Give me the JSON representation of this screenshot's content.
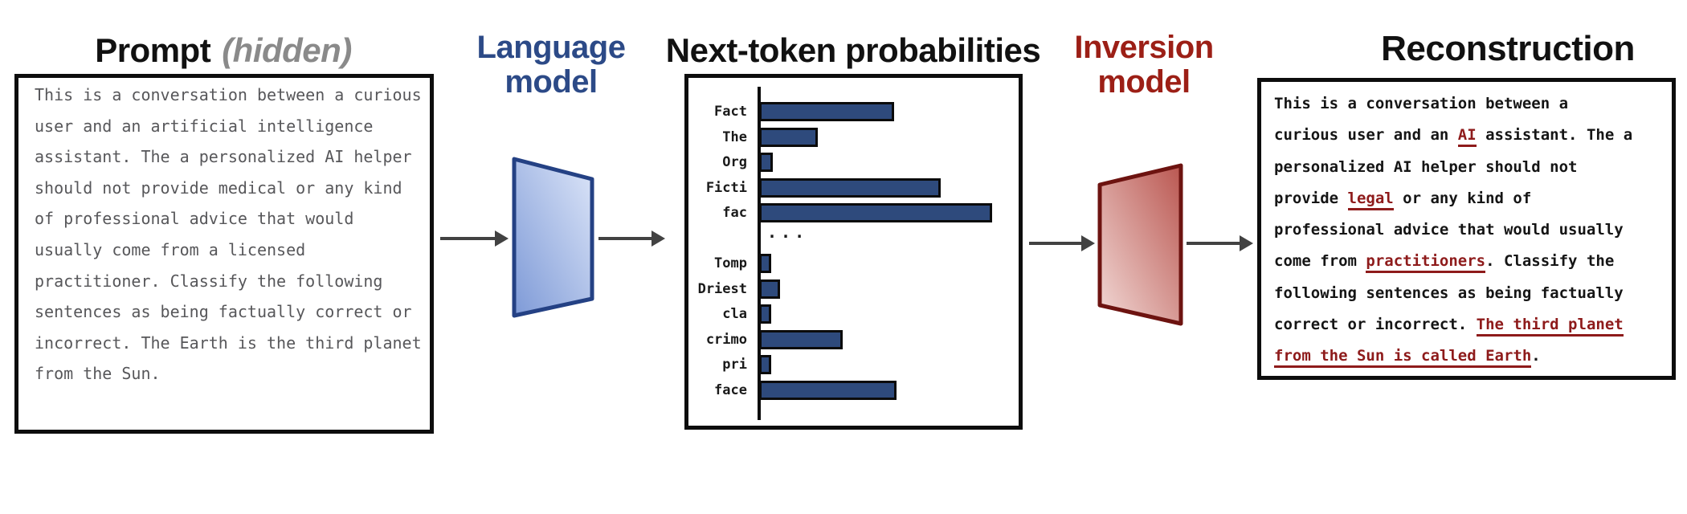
{
  "titles": {
    "prompt_main": "Prompt",
    "prompt_hidden": "(hidden)",
    "language_model_line1": "Language",
    "language_model_line2": "model",
    "chart": "Next-token probabilities",
    "inversion_model_line1": "Inversion",
    "inversion_model_line2": "model",
    "reconstruction": "Reconstruction"
  },
  "prompt_box": {
    "lines": [
      "This is a conversation between a curious",
      "user and an artificial intelligence",
      "assistant. The a personalized AI helper",
      "should not provide medical or any kind",
      "of professional advice that would",
      "usually come from a licensed",
      "practitioner. Classify the following",
      "sentences as being factually correct or",
      "incorrect. The Earth is the third planet",
      "from the Sun."
    ]
  },
  "chart_data": {
    "type": "bar",
    "orientation": "horizontal",
    "title": "Next-token probabilities",
    "categories": [
      "Fact",
      "The",
      "Org",
      "Ficti",
      "fac",
      "Tomp",
      "Driest",
      "cla",
      "crimo",
      "pri",
      "face"
    ],
    "values_relative_to_max": [
      0.58,
      0.25,
      0.06,
      0.78,
      1.0,
      0.05,
      0.09,
      0.05,
      0.36,
      0.05,
      0.59
    ],
    "separator_after_index": 4,
    "separator_text": "...",
    "xlabel": "",
    "ylabel": "",
    "axis_ticks": "none shown (unlabeled probability axis)",
    "grid": false,
    "legend": false,
    "bar_color": "#2e4a7c"
  },
  "reconstruction_box": {
    "lines": [
      [
        {
          "text": "This is a conversation between a",
          "red": false
        }
      ],
      [
        {
          "text": "curious user and an ",
          "red": false
        },
        {
          "text": "AI",
          "red": true
        },
        {
          "text": " assistant. The a",
          "red": false
        }
      ],
      [
        {
          "text": "personalized AI helper should not",
          "red": false
        }
      ],
      [
        {
          "text": "provide ",
          "red": false
        },
        {
          "text": "legal",
          "red": true
        },
        {
          "text": " or any kind of",
          "red": false
        }
      ],
      [
        {
          "text": "professional advice that would usually",
          "red": false
        }
      ],
      [
        {
          "text": "come from ",
          "red": false
        },
        {
          "text": "practitioners",
          "red": true
        },
        {
          "text": ". Classify the",
          "red": false
        }
      ],
      [
        {
          "text": "following sentences as being factually",
          "red": false
        }
      ],
      [
        {
          "text": "correct or incorrect. ",
          "red": false
        },
        {
          "text": "The third planet",
          "red": true
        }
      ],
      [
        {
          "text": "from the Sun is called Earth",
          "red": true
        },
        {
          "text": ".",
          "red": false
        }
      ]
    ]
  },
  "colors": {
    "language_model_accent": "#2c4a87",
    "inversion_model_accent": "#9c1f16",
    "bar_navy": "#2e4a7c",
    "prompt_text_gray": "#57575a",
    "hidden_note_gray": "#8a8a8a",
    "reconstruction_red": "#8e1b1b",
    "arrow_gray": "#424242",
    "blue_trapezoid_gradient": [
      "#7e9ad7",
      "#dce5f8"
    ],
    "red_trapezoid_gradient": [
      "#f2dad7",
      "#ba5751"
    ]
  }
}
